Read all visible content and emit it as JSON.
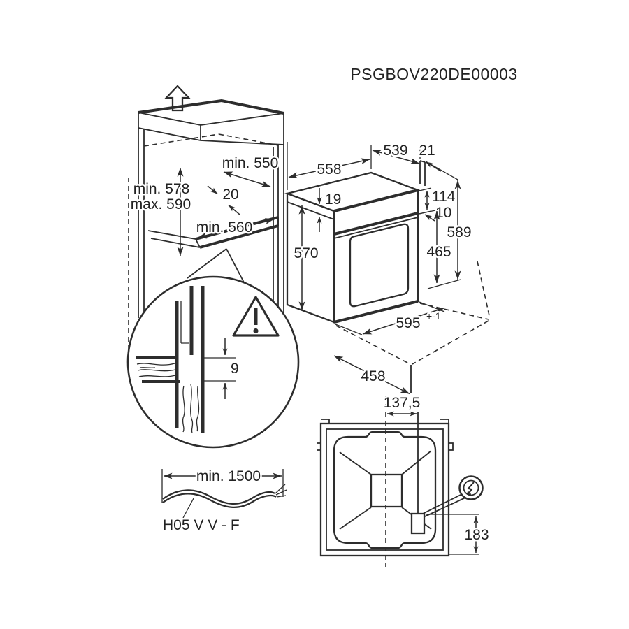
{
  "title": "PSGBOV220DE00003",
  "colors": {
    "line": "#2d2d2d",
    "background": "#ffffff"
  },
  "icons": {
    "up_arrow": "removal-direction-up-arrow",
    "warning": "warning-triangle",
    "power": "lightning-bolt-power-connection"
  },
  "cabinet": {
    "cavity_depth_label": "min. 550",
    "niche_height_min_label": "min. 578",
    "niche_height_max_label": "max. 590",
    "front_gap_label": "20",
    "cavity_width_label": "min. 560"
  },
  "oven": {
    "top_depth_label": "558",
    "rear_top_depth_label": "539",
    "rear_offset_label": "21",
    "top_panel_thickness_label": "19",
    "control_panel_height_label": "114",
    "gap_label": "10",
    "total_height_label": "589",
    "body_height_label": "570",
    "door_height_label": "465",
    "front_width_label": "595",
    "front_width_tolerance_label": "+-1",
    "plinth_depth_label": "458"
  },
  "mounting_detail": {
    "overlap_label": "9"
  },
  "power_cable": {
    "min_length_label": "min. 1500",
    "cable_type_label": "H05 V V - F"
  },
  "rear_view": {
    "conduit_offset_label": "137,5",
    "conduit_height_label": "183"
  }
}
